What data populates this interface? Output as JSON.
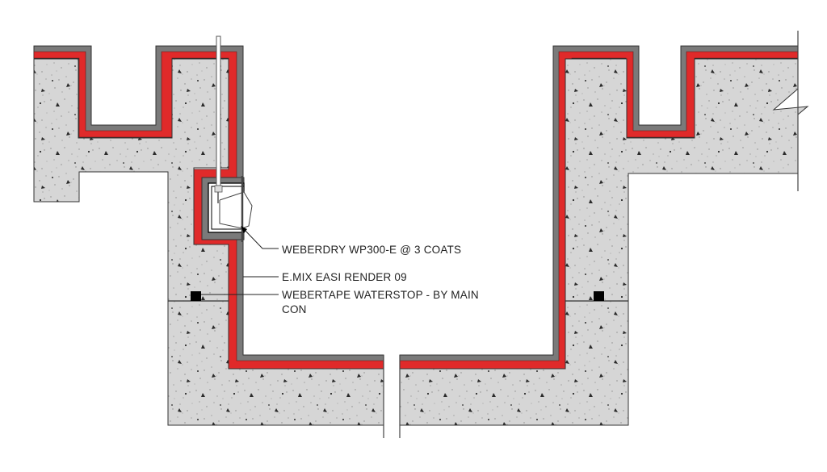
{
  "drawing": {
    "type": "construction-section-detail",
    "colors": {
      "background": "#ffffff",
      "concrete": "#d4d4d4",
      "membrane_red": "#e02a2a",
      "render_grey": "#7a7a7a",
      "outline": "#333333",
      "text": "#222222"
    }
  },
  "annotations": [
    {
      "id": "weberdry",
      "text": "WEBERDRY WP300-E @ 3 COATS"
    },
    {
      "id": "emix",
      "text": "E.MIX EASI RENDER 09"
    },
    {
      "id": "webertape_line1",
      "text": "WEBERTAPE WATERSTOP - BY MAIN"
    },
    {
      "id": "webertape_line2",
      "text": "CON"
    }
  ]
}
